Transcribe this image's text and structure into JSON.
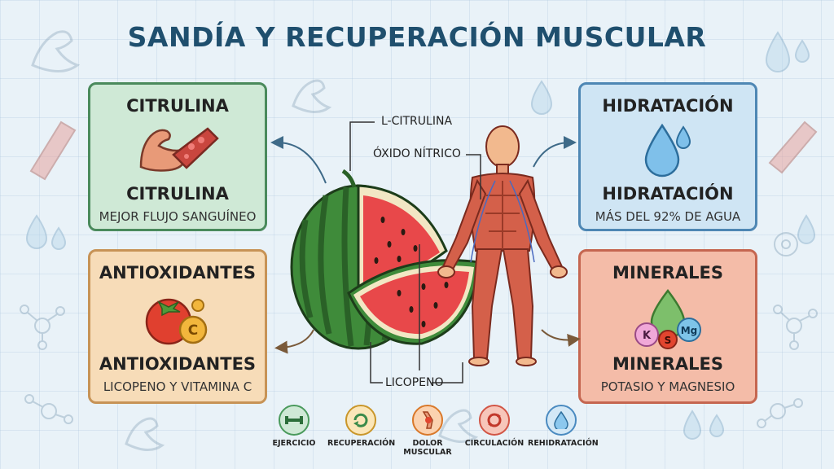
{
  "title": "SANDÍA Y RECUPERACIÓN MUSCULAR",
  "cards": {
    "citrulina": {
      "heading": "CITRULINA",
      "subtitle": "CITRULINA",
      "description": "MEJOR FLUJO SANGUÍNEO",
      "icon": "flexed-arm-blood-vessel-icon"
    },
    "antioxidantes": {
      "heading": "ANTIOXIDANTES",
      "subtitle": "ANTIOXIDANTES",
      "description": "LICOPENO Y VITAMINA C",
      "icon": "tomato-vitamin-c-icon",
      "badge": "C"
    },
    "hidratacion": {
      "heading": "HIDRATACIÓN",
      "subtitle": "HIDRATACIÓN",
      "description": "MÁS DEL 92% DE AGUA",
      "icon": "water-drop-icon"
    },
    "minerales": {
      "heading": "MINERALES",
      "subtitle": "MINERALES",
      "description": "POTASIO Y MAGNESIO",
      "icon": "mineral-molecules-icon",
      "badges": [
        "K",
        "S",
        "Mg"
      ]
    }
  },
  "center_labels": {
    "l_citrulina": "L-CITRULINA",
    "oxido_nitrico": "ÓXIDO NÍTRICO",
    "licopeno": "LICOPENO"
  },
  "footer": [
    {
      "label": "EJERCICIO",
      "icon": "dumbbell-icon",
      "color": "#4a9a5c"
    },
    {
      "label": "RECUPERACIÓN",
      "icon": "recovery-cycle-icon",
      "color": "#c9962a"
    },
    {
      "label": "DOLOR\nMUSCULAR",
      "icon": "sore-knee-icon",
      "color": "#d9782a"
    },
    {
      "label": "CIRCULACIÓN",
      "icon": "circulation-icon",
      "color": "#d25545"
    },
    {
      "label": "REHIDRATACIÓN",
      "icon": "drop-icon",
      "color": "#4a8ac0"
    }
  ],
  "colors": {
    "title": "#1f4f6e",
    "green_card": "#cfe9d6",
    "orange_card": "#f7dcb8",
    "blue_card": "#cfe5f4",
    "red_card": "#f4bca8",
    "watermelon_rind": "#3f8b3a",
    "watermelon_flesh": "#e8484a",
    "muscle": "#d4604a"
  }
}
